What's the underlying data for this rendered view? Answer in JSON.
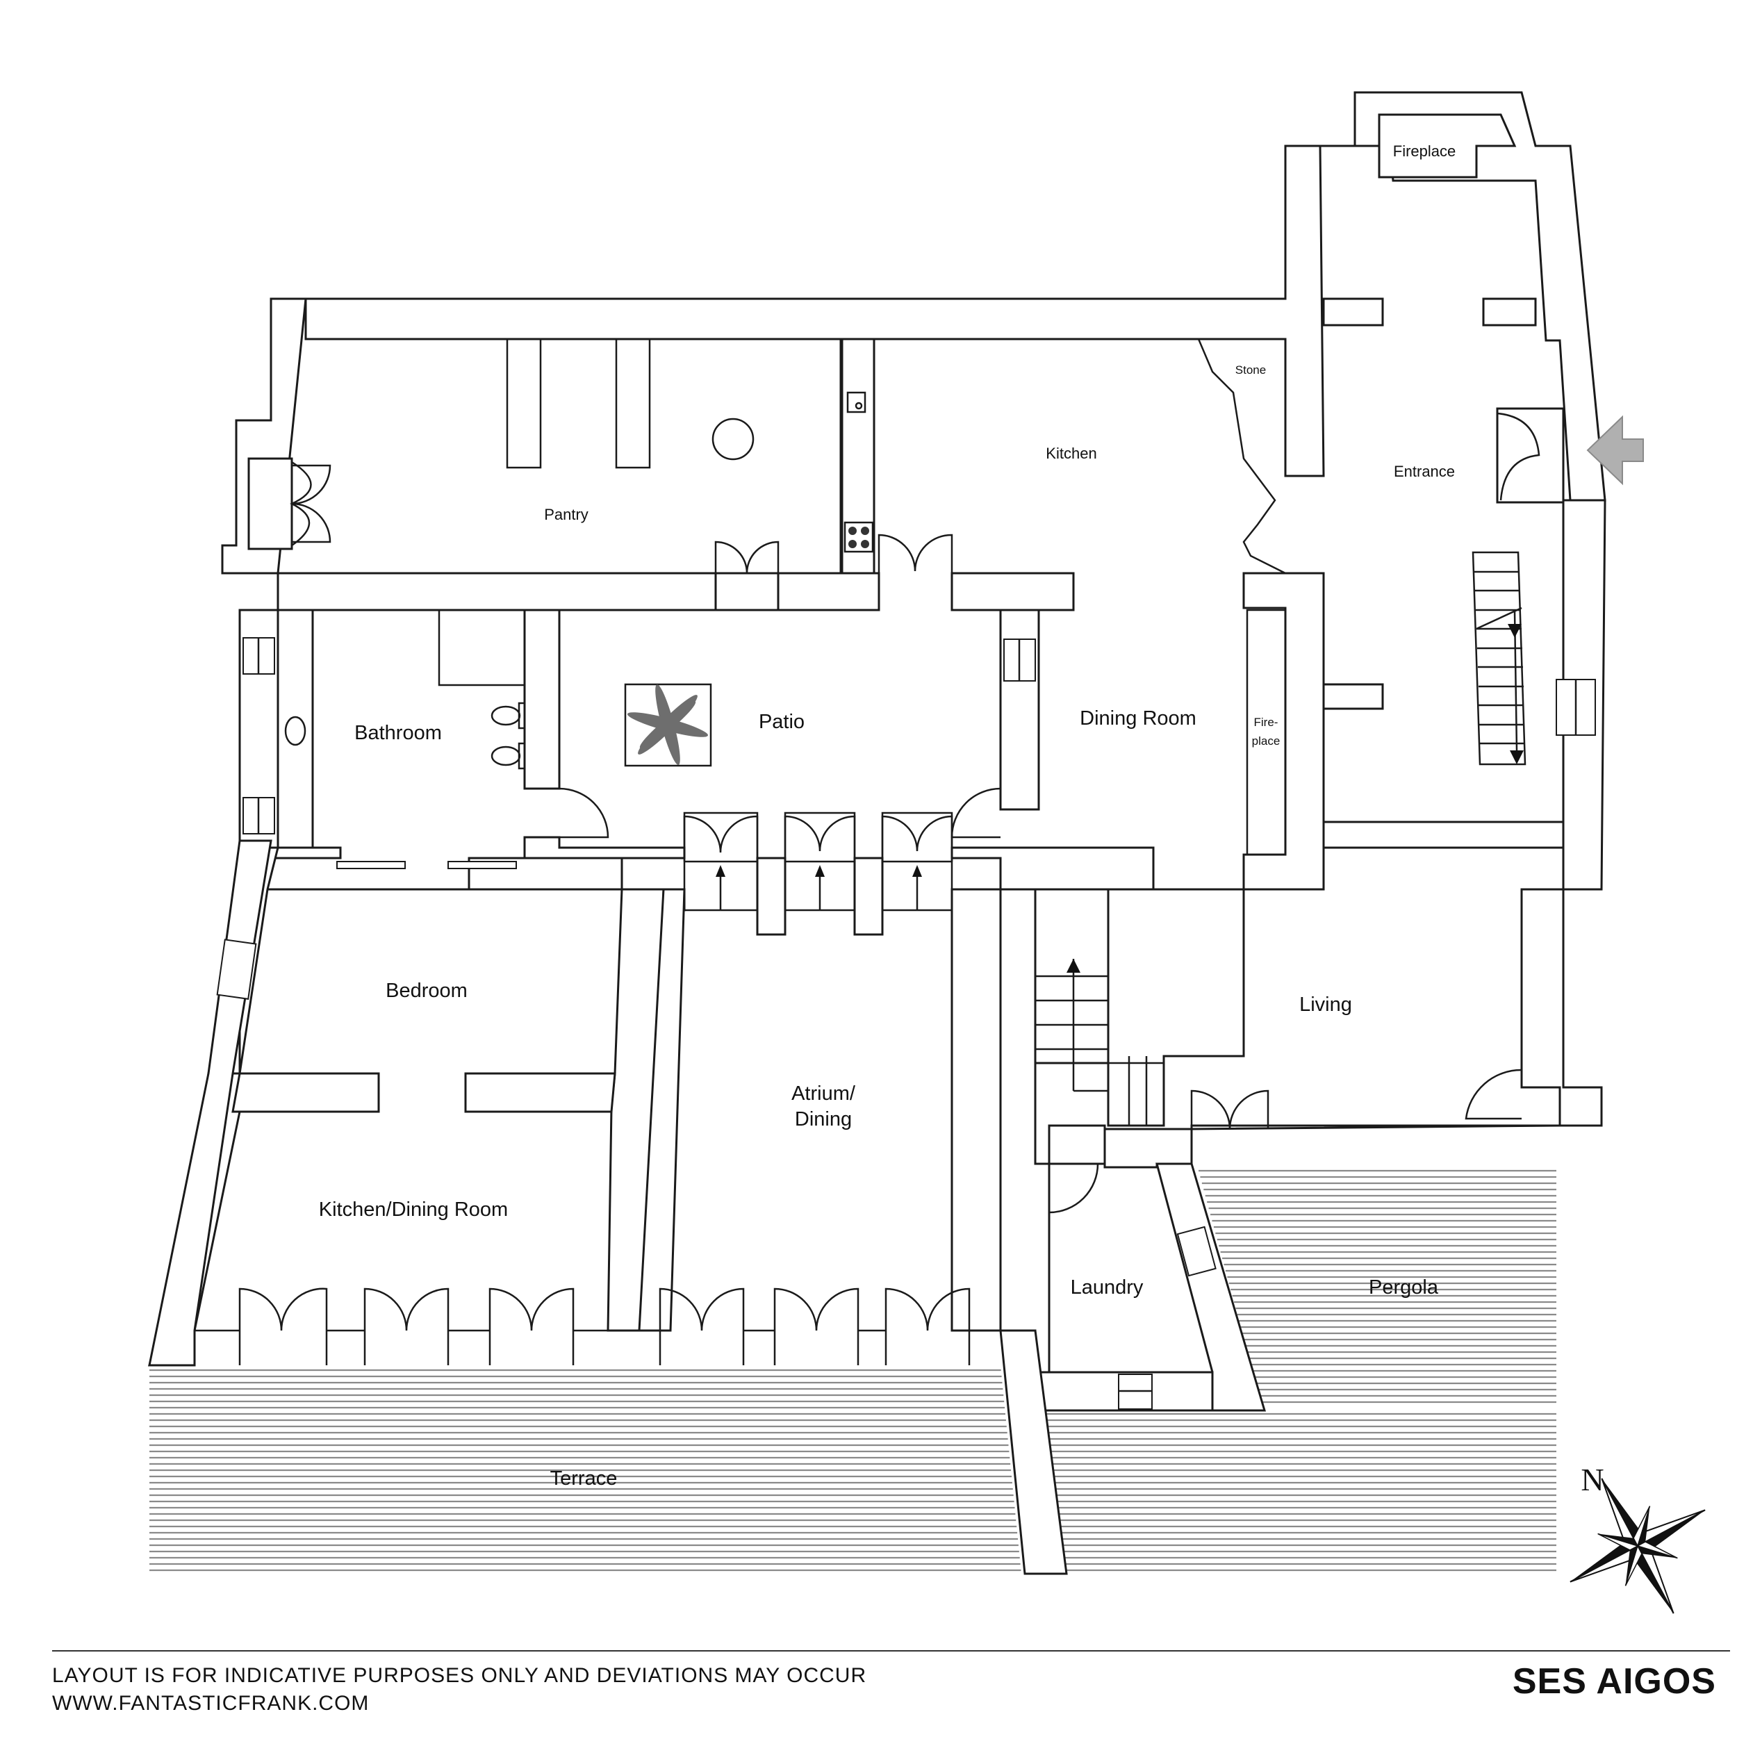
{
  "rooms": {
    "fireplace_top": "Fireplace",
    "stone": "Stone",
    "kitchen": "Kitchen",
    "entrance": "Entrance",
    "pantry": "Pantry",
    "patio": "Patio",
    "dining_room": "Dining Room",
    "fireplace_side_line1": "Fire-",
    "fireplace_side_line2": "place",
    "bathroom": "Bathroom",
    "bedroom": "Bedroom",
    "living": "Living",
    "atrium_line1": "Atrium/",
    "atrium_line2": "Dining",
    "kitchen_dining": "Kitchen/Dining Room",
    "laundry": "Laundry",
    "pergola": "Pergola",
    "terrace": "Terrace"
  },
  "compass": {
    "label": "N",
    "icon": "compass-rose-icon"
  },
  "footer": {
    "disclaimer": "LAYOUT IS FOR INDICATIVE PURPOSES ONLY AND DEVIATIONS MAY OCCUR",
    "website": "WWW.FANTASTICFRANK.COM",
    "property_name": "SES AIGOS"
  },
  "colors": {
    "line": "#1a1a1a",
    "deck": "#8a8a8a",
    "arrow": "#b0b0b0"
  }
}
